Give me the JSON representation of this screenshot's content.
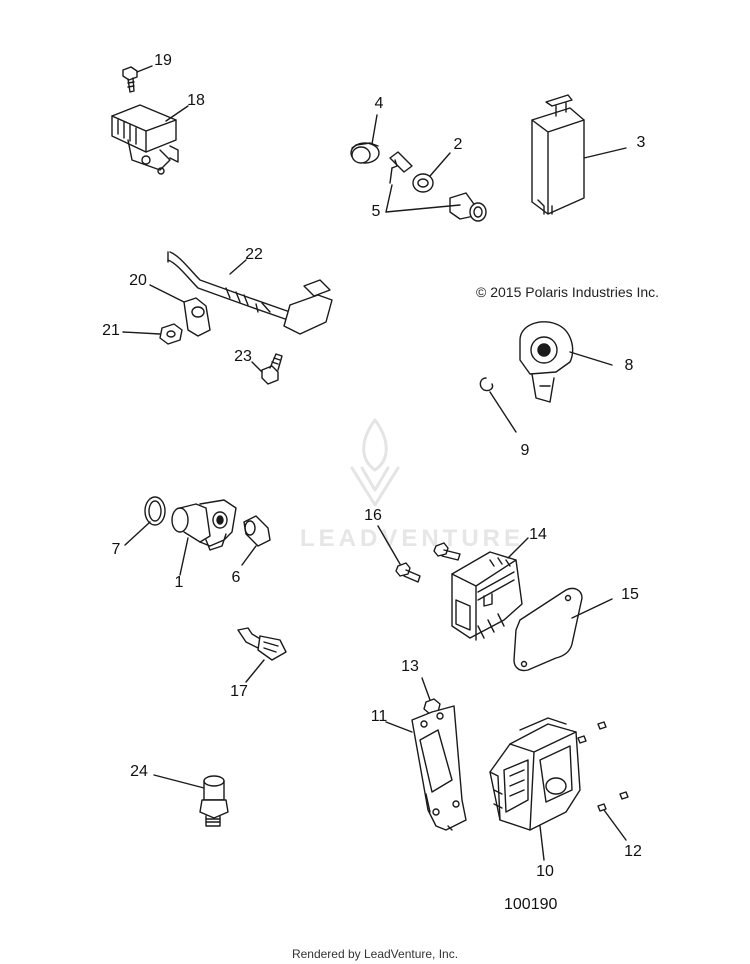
{
  "copyright": "© 2015 Polaris Industries Inc.",
  "diagram_id": "100190",
  "footer": "Rendered by LeadVenture, Inc.",
  "watermark": "LEADVENTURE",
  "callouts": {
    "c1": "1",
    "c2": "2",
    "c3": "3",
    "c4": "4",
    "c5": "5",
    "c6": "6",
    "c7": "7",
    "c8": "8",
    "c9": "9",
    "c10": "10",
    "c11": "11",
    "c12": "12",
    "c13": "13",
    "c14": "14",
    "c15": "15",
    "c16": "16",
    "c17": "17",
    "c18": "18",
    "c19": "19",
    "c20": "20",
    "c21": "21",
    "c22": "22",
    "c23": "23",
    "c24": "24"
  }
}
